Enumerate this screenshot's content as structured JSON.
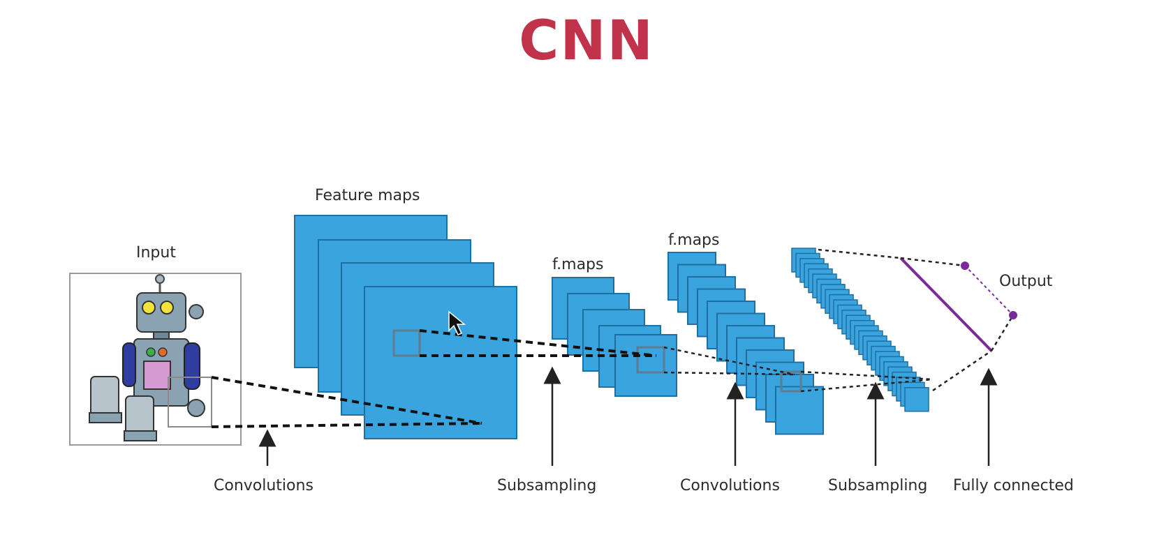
{
  "title": "CNN",
  "labels": {
    "input": "Input",
    "feature_maps": "Feature maps",
    "fmaps_1": "f.maps",
    "fmaps_2": "f.maps",
    "output": "Output"
  },
  "stages": [
    {
      "label": "Convolutions"
    },
    {
      "label": "Subsampling"
    },
    {
      "label": "Convolutions"
    },
    {
      "label": "Subsampling"
    },
    {
      "label": "Fully connected"
    }
  ],
  "colors": {
    "title": "#c0334a",
    "map_fill": "#3aa4df",
    "map_stroke": "#1f6fa3",
    "output_line": "#7a2a9a",
    "output_node": "#7a2a9a"
  }
}
